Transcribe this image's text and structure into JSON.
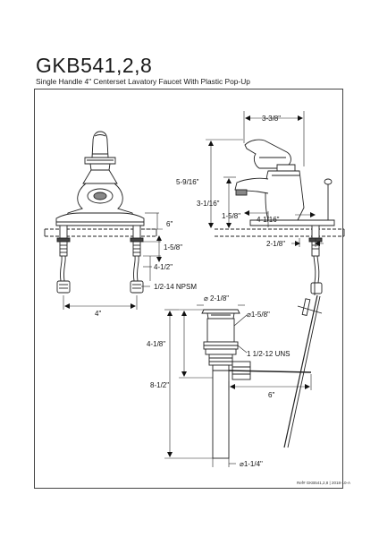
{
  "header": {
    "model": "GKB541,2,8",
    "description": "Single Handle 4\" Centerset Lavatory Faucet With Plastic Pop-Up"
  },
  "front_view": {
    "dim_6": "6\"",
    "dim_1_5_8": "1-5/8\"",
    "dim_4_1_2": "4-1/2\"",
    "dim_npsm": "1/2-14 NPSM",
    "dim_4": "4\""
  },
  "side_view": {
    "dim_3_3_8": "3-3/8\"",
    "dim_5_9_16": "5-9/16\"",
    "dim_3_1_16": "3-1/16\"",
    "dim_1_5_8": "1-5/8\"",
    "dim_4_1_16": "4-1/16\"",
    "dim_2_1_8": "2-1/8\""
  },
  "popup_view": {
    "dim_dia_2_1_8": "⌀ 2-1/8\"",
    "dim_dia_1_5_8": "⌀1-5/8\"",
    "dim_4_1_8": "4-1/8\"",
    "dim_uns": "1 1/2-12 UNS",
    "dim_8_1_2": "8-1/2\"",
    "dim_6": "6\"",
    "dim_dia_1_1_4": "⌀1-1/4\""
  },
  "footer": {
    "ref": "Ref# GKB541,2,8 | 2018-10-A"
  }
}
